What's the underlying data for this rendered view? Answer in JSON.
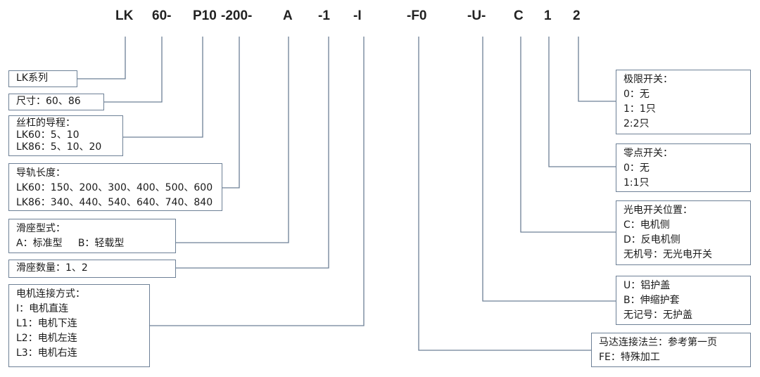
{
  "code": [
    "LK",
    "60-",
    "P10",
    "-200-",
    "A",
    "-1",
    "-I",
    "-F0",
    "-U-",
    "C",
    "1",
    "2"
  ],
  "left": [
    {
      "lines": [
        "LK系列"
      ]
    },
    {
      "lines": [
        "尺寸：60、86"
      ]
    },
    {
      "lines": [
        "丝杠的导程：",
        "LK60：5、10",
        "LK86：5、10、20"
      ]
    },
    {
      "lines": [
        "导轨长度：",
        "LK60：150、200、300、400、500、600",
        "LK86：340、440、540、640、740、840"
      ]
    },
    {
      "lines": [
        "滑座型式：",
        "A：标准型     B：轻载型"
      ]
    },
    {
      "lines": [
        "滑座数量：1、2"
      ]
    },
    {
      "lines": [
        "电机连接方式：",
        "I：电机直连",
        "L1：电机下连",
        "L2：电机左连",
        "L3：电机右连"
      ]
    }
  ],
  "right": [
    {
      "lines": [
        "极限开关：",
        "0：无",
        "1：1只",
        "2:2只"
      ]
    },
    {
      "lines": [
        "零点开关：",
        "0：无",
        "1:1只"
      ]
    },
    {
      "lines": [
        "光电开关位置：",
        "C：电机侧",
        "D：反电机侧",
        "无机号：无光电开关"
      ]
    },
    {
      "lines": [
        "U：铝护盖",
        "B：伸缩护套",
        "无记号：无护盖"
      ]
    },
    {
      "lines": [
        "马达连接法兰：参考第一页",
        "FE：特殊加工"
      ]
    }
  ],
  "colors": {
    "line": "#6d8096"
  }
}
